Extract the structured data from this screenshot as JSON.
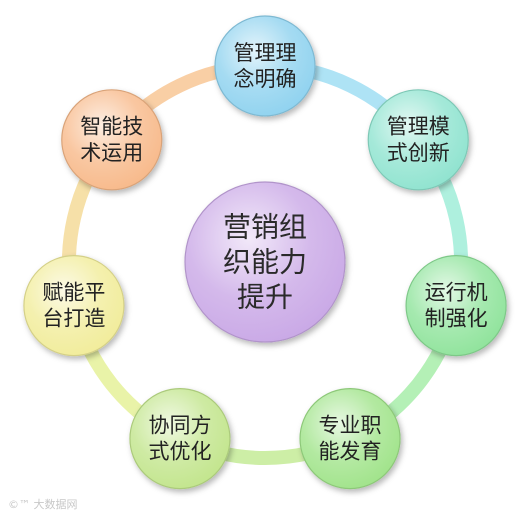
{
  "center": {
    "lines": [
      "营销组",
      "织能力",
      "提升"
    ],
    "color": "#c9a8e6"
  },
  "nodes": [
    {
      "id": "management-concept",
      "lines": [
        "管理理",
        "念明确"
      ],
      "color": "#8fd2ef"
    },
    {
      "id": "management-model-innovation",
      "lines": [
        "管理模",
        "式创新"
      ],
      "color": "#8fe3cf"
    },
    {
      "id": "operation-mechanism",
      "lines": [
        "运行机",
        "制强化"
      ],
      "color": "#8fe39b"
    },
    {
      "id": "professional-capability",
      "lines": [
        "专业职",
        "能发育"
      ],
      "color": "#a0e38a"
    },
    {
      "id": "collaboration",
      "lines": [
        "协同方",
        "式优化"
      ],
      "color": "#c2e58c"
    },
    {
      "id": "empowerment-platform",
      "lines": [
        "赋能平",
        "台打造"
      ],
      "color": "#f1ec9a"
    },
    {
      "id": "smart-technology",
      "lines": [
        "智能技",
        "术运用"
      ],
      "color": "#f7b98a"
    }
  ],
  "ring_colors": [
    "#aee3f5",
    "#aef0de",
    "#b4f0b6",
    "#cdeea6",
    "#e9f3a8",
    "#f6e0a8",
    "#f9cfa5"
  ],
  "watermark": "©™ 大数据网"
}
